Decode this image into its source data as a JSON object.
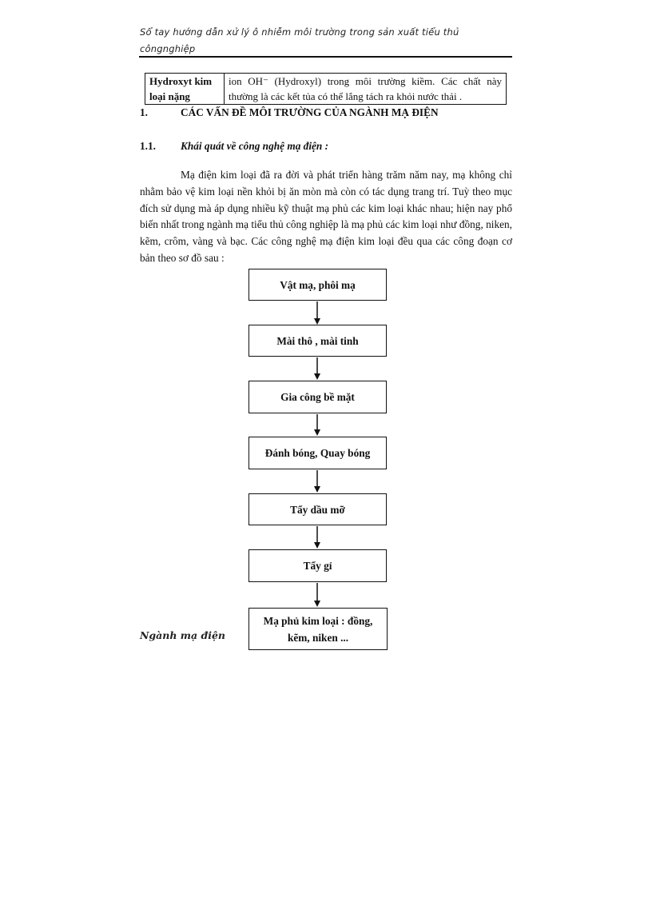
{
  "header": {
    "line1": "Sổ tay hướng dẫn xử lý ô nhiễm môi trường trong sản xuất tiểu thủ",
    "line2": "côngnghiệp"
  },
  "table": {
    "key": "Hydroxyt kim loại nặng",
    "value": "ion OH⁻ (Hydroxyl) trong môi trường kiềm. Các chất này thường là các kết tủa có thể lắng tách ra khỏi nước thải ."
  },
  "section1": {
    "number": "1.",
    "title": "CÁC VẤN ĐỀ MÔI TRƯỜNG CỦA NGÀNH MẠ ĐIỆN"
  },
  "section11": {
    "number": "1.1.",
    "title": "Khái quát về công nghệ  mạ điện :"
  },
  "paragraph": "Mạ điện kim loại đã ra đời và phát triển hàng trăm năm nay, mạ không chỉ nhằm bảo vệ kim loại nền khỏi bị ăn mòn mà còn có tác dụng trang trí. Tuỳ theo mục đích sử dụng mà áp dụng nhiều kỹ thuật mạ phủ các kim loại khác nhau; hiện nay phổ biến nhất trong ngành mạ tiểu thủ công nghiệp là mạ phủ các kim loại như đồng, niken, kẽm, crôm, vàng và bạc. Các công nghệ mạ điện kim loại đều  qua các công đoạn cơ bản  theo sơ đồ sau :",
  "flow": {
    "steps": [
      "Vật mạ, phôi mạ",
      "Mài thô , mài tinh",
      "Gia công bề mặt",
      "Đánh bóng, Quay bóng",
      "Tẩy dầu mỡ",
      "Tẩy gỉ",
      "Mạ phủ kim loại : đồng, kẽm, niken ..."
    ]
  },
  "side_label": "Ngành mạ điện"
}
